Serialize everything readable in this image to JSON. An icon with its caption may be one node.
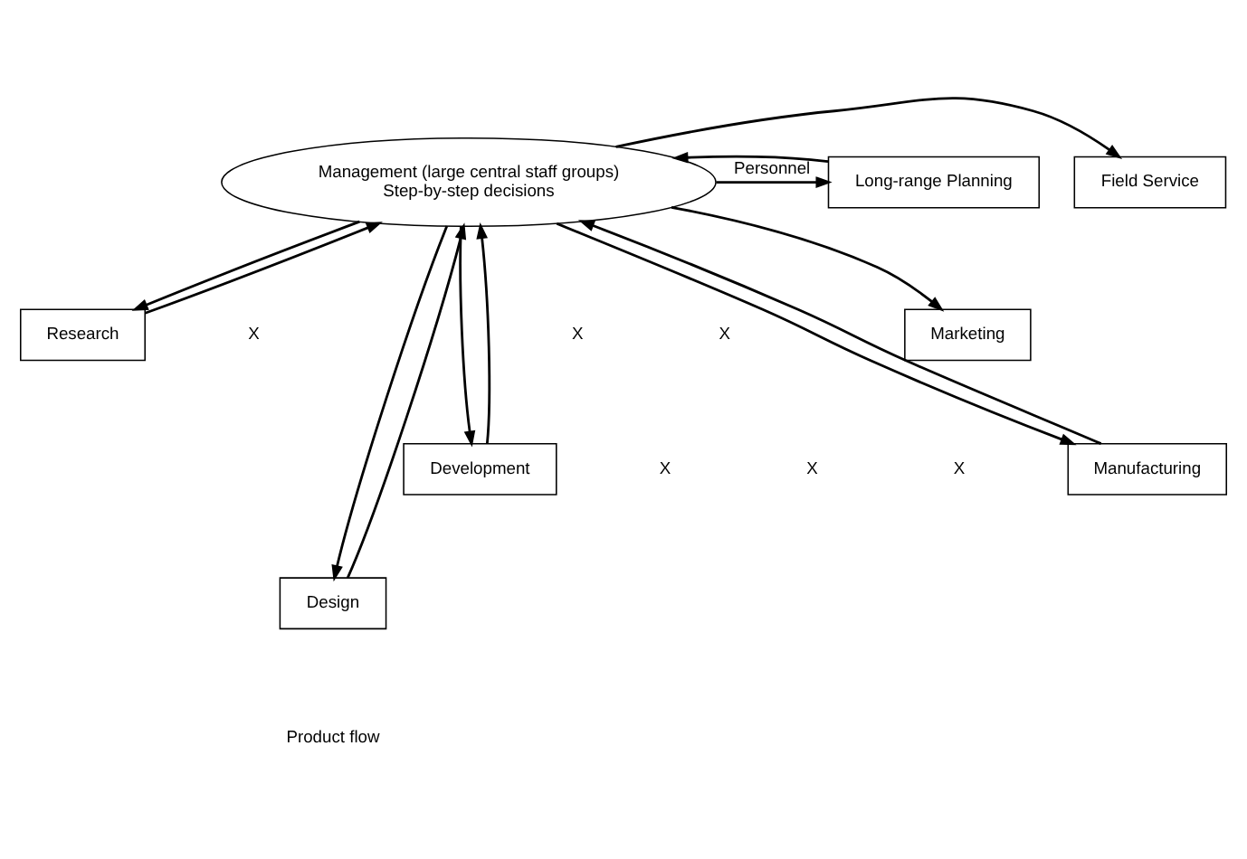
{
  "diagram": {
    "nodes": [
      {
        "text": [
          "Management (large central staff groups)",
          "Step-by-step decisions"
        ]
      },
      {
        "text": [
          "Long-range Planning"
        ]
      },
      {
        "text": [
          "Field Service"
        ]
      },
      {
        "text": [
          "Research"
        ]
      },
      {
        "text": [
          "Marketing"
        ]
      },
      {
        "text": [
          "Development"
        ]
      },
      {
        "text": [
          "Manufacturing"
        ]
      },
      {
        "text": [
          "Design"
        ]
      }
    ],
    "edges": [
      {
        "from": 0,
        "to": 1,
        "arrow": "to",
        "label": "Personnel"
      },
      {
        "from": 1,
        "to": 0,
        "arrow": "to"
      },
      {
        "from": 0,
        "to": 3,
        "arrow": "to"
      },
      {
        "from": 3,
        "to": 0,
        "arrow": "to"
      },
      {
        "from": 0,
        "to": 2,
        "arrow": "to"
      },
      {
        "from": 0,
        "to": 4,
        "arrow": "to"
      },
      {
        "from": 0,
        "to": 5,
        "arrow": "to"
      },
      {
        "from": 5,
        "to": 0,
        "arrow": "to"
      },
      {
        "from": 0,
        "to": 7,
        "arrow": "to"
      },
      {
        "from": 7,
        "to": 0,
        "arrow": "to"
      },
      {
        "from": 0,
        "to": 6,
        "arrow": "to"
      },
      {
        "from": 6,
        "to": 0,
        "arrow": "to"
      }
    ],
    "labels": [
      "X",
      "X",
      "X",
      "X",
      "X",
      "X",
      "Product flow"
    ]
  }
}
